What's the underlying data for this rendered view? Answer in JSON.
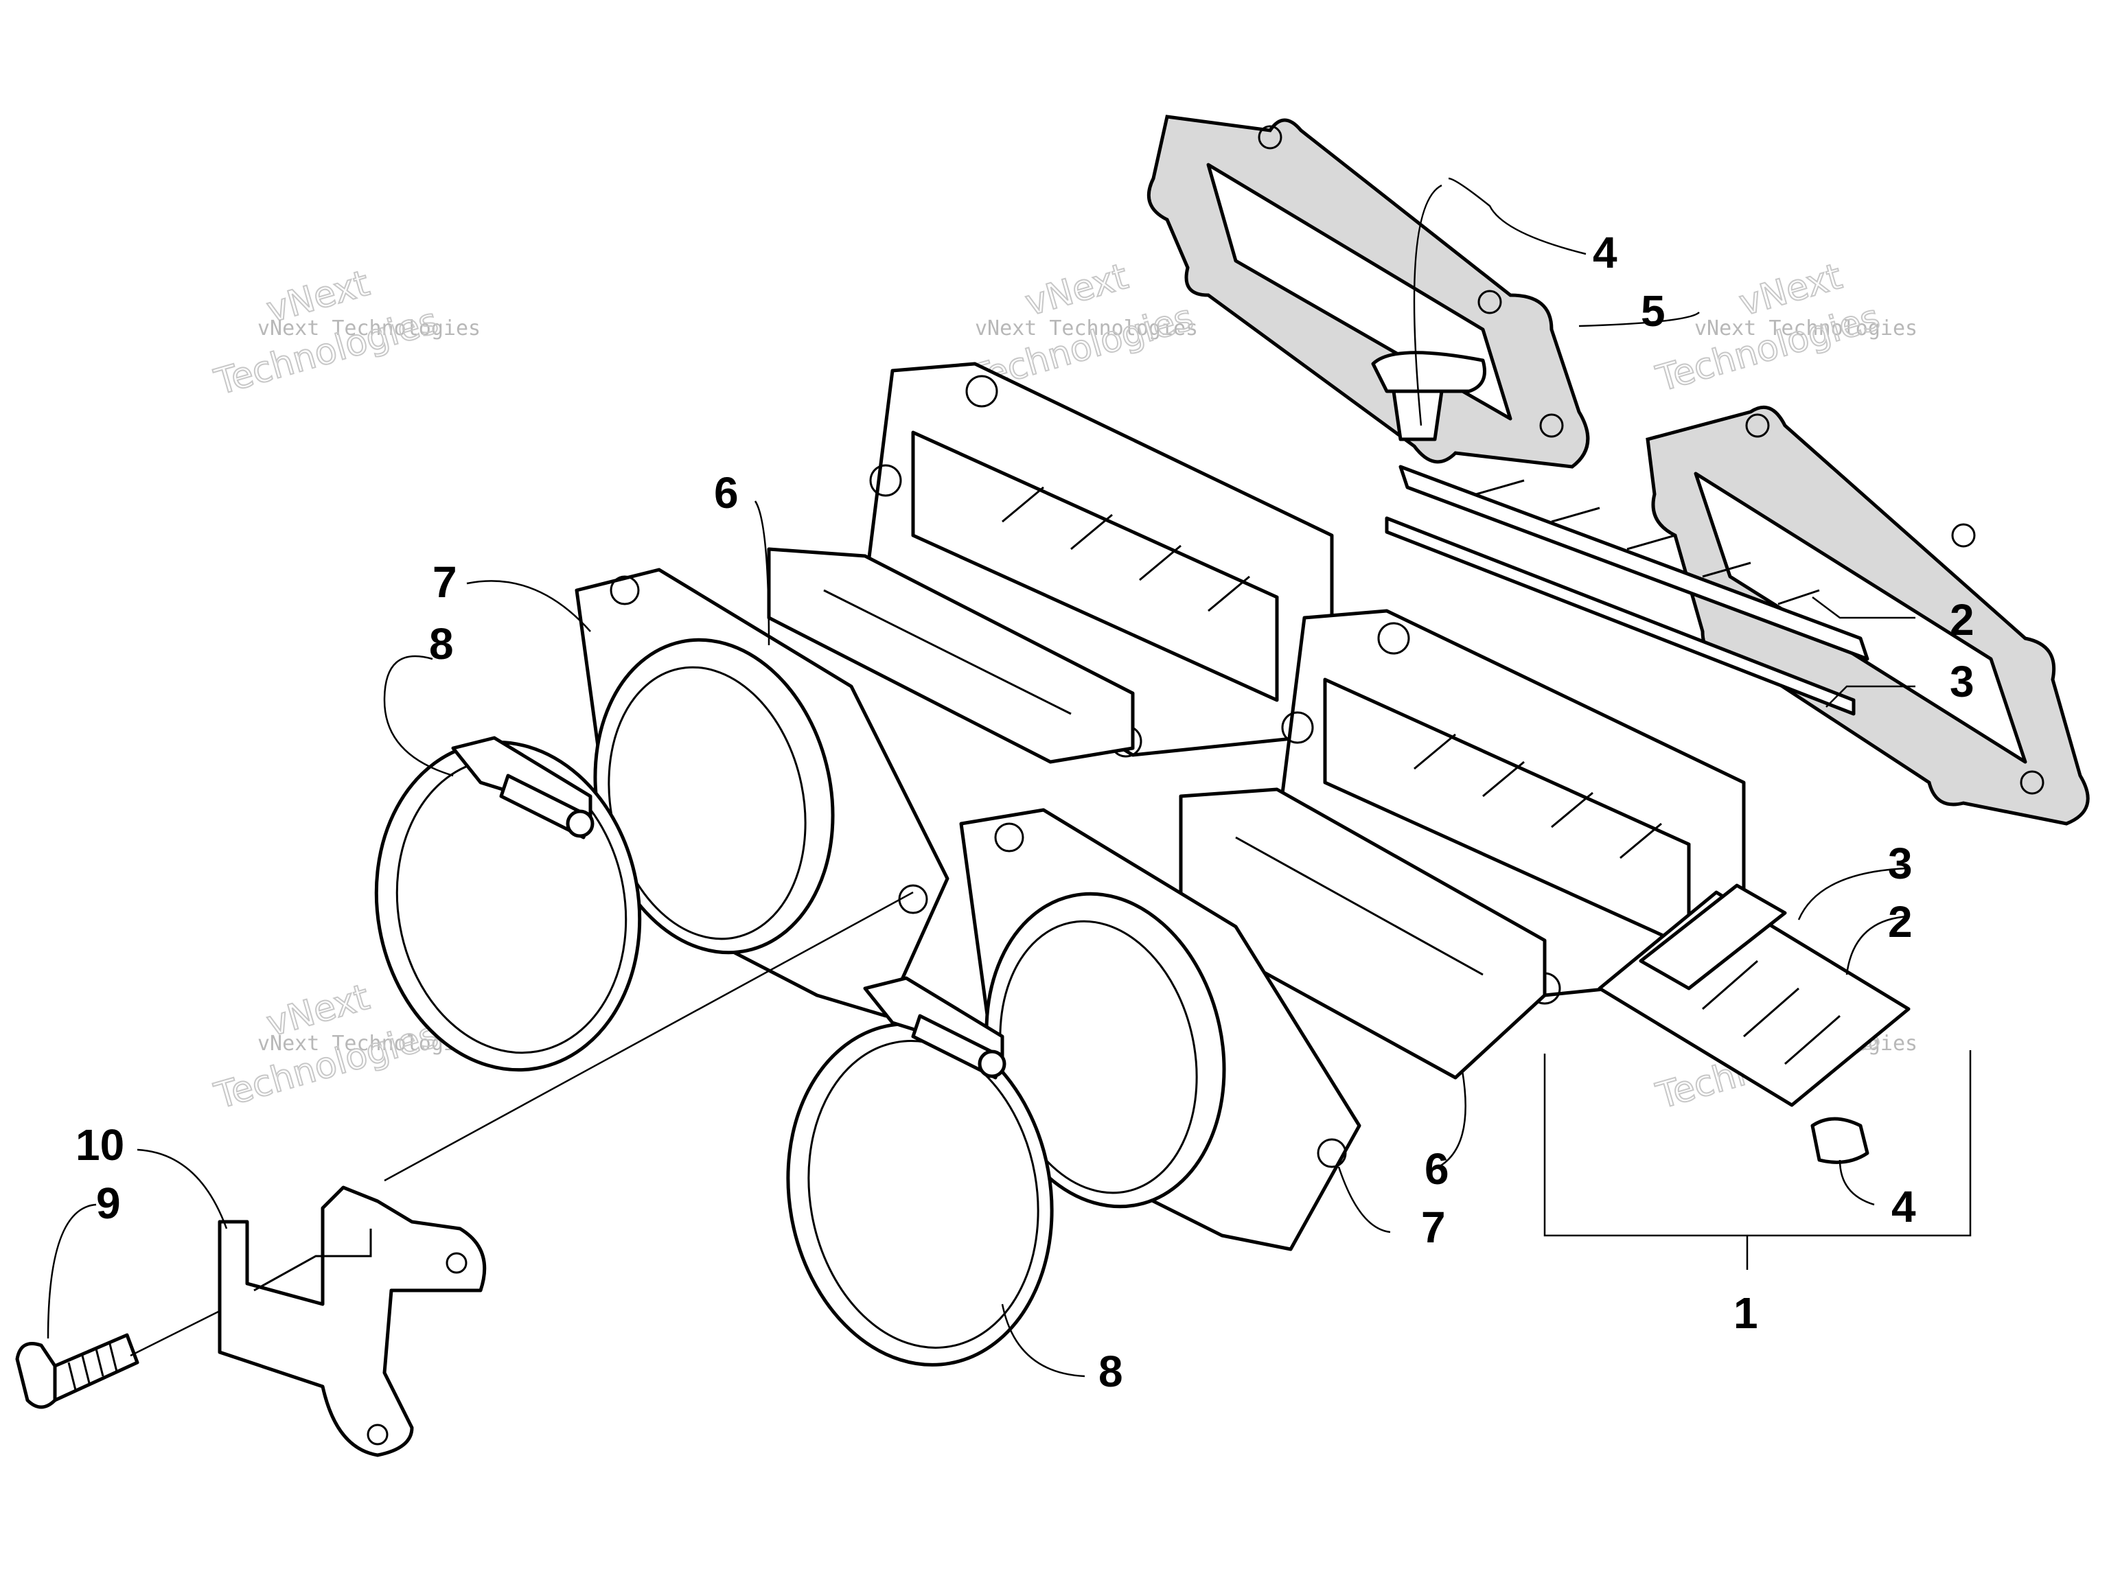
{
  "callouts": {
    "c1": "1",
    "c2a": "2",
    "c2b": "2",
    "c3a": "3",
    "c3b": "3",
    "c4a": "4",
    "c4b": "4",
    "c5": "5",
    "c6a": "6",
    "c6b": "6",
    "c7a": "7",
    "c7b": "7",
    "c8a": "8",
    "c8b": "8",
    "c9": "9",
    "c10": "10"
  },
  "watermark": {
    "brand": "vNext",
    "line": "vNext Technologies",
    "line2": "Technologies"
  }
}
